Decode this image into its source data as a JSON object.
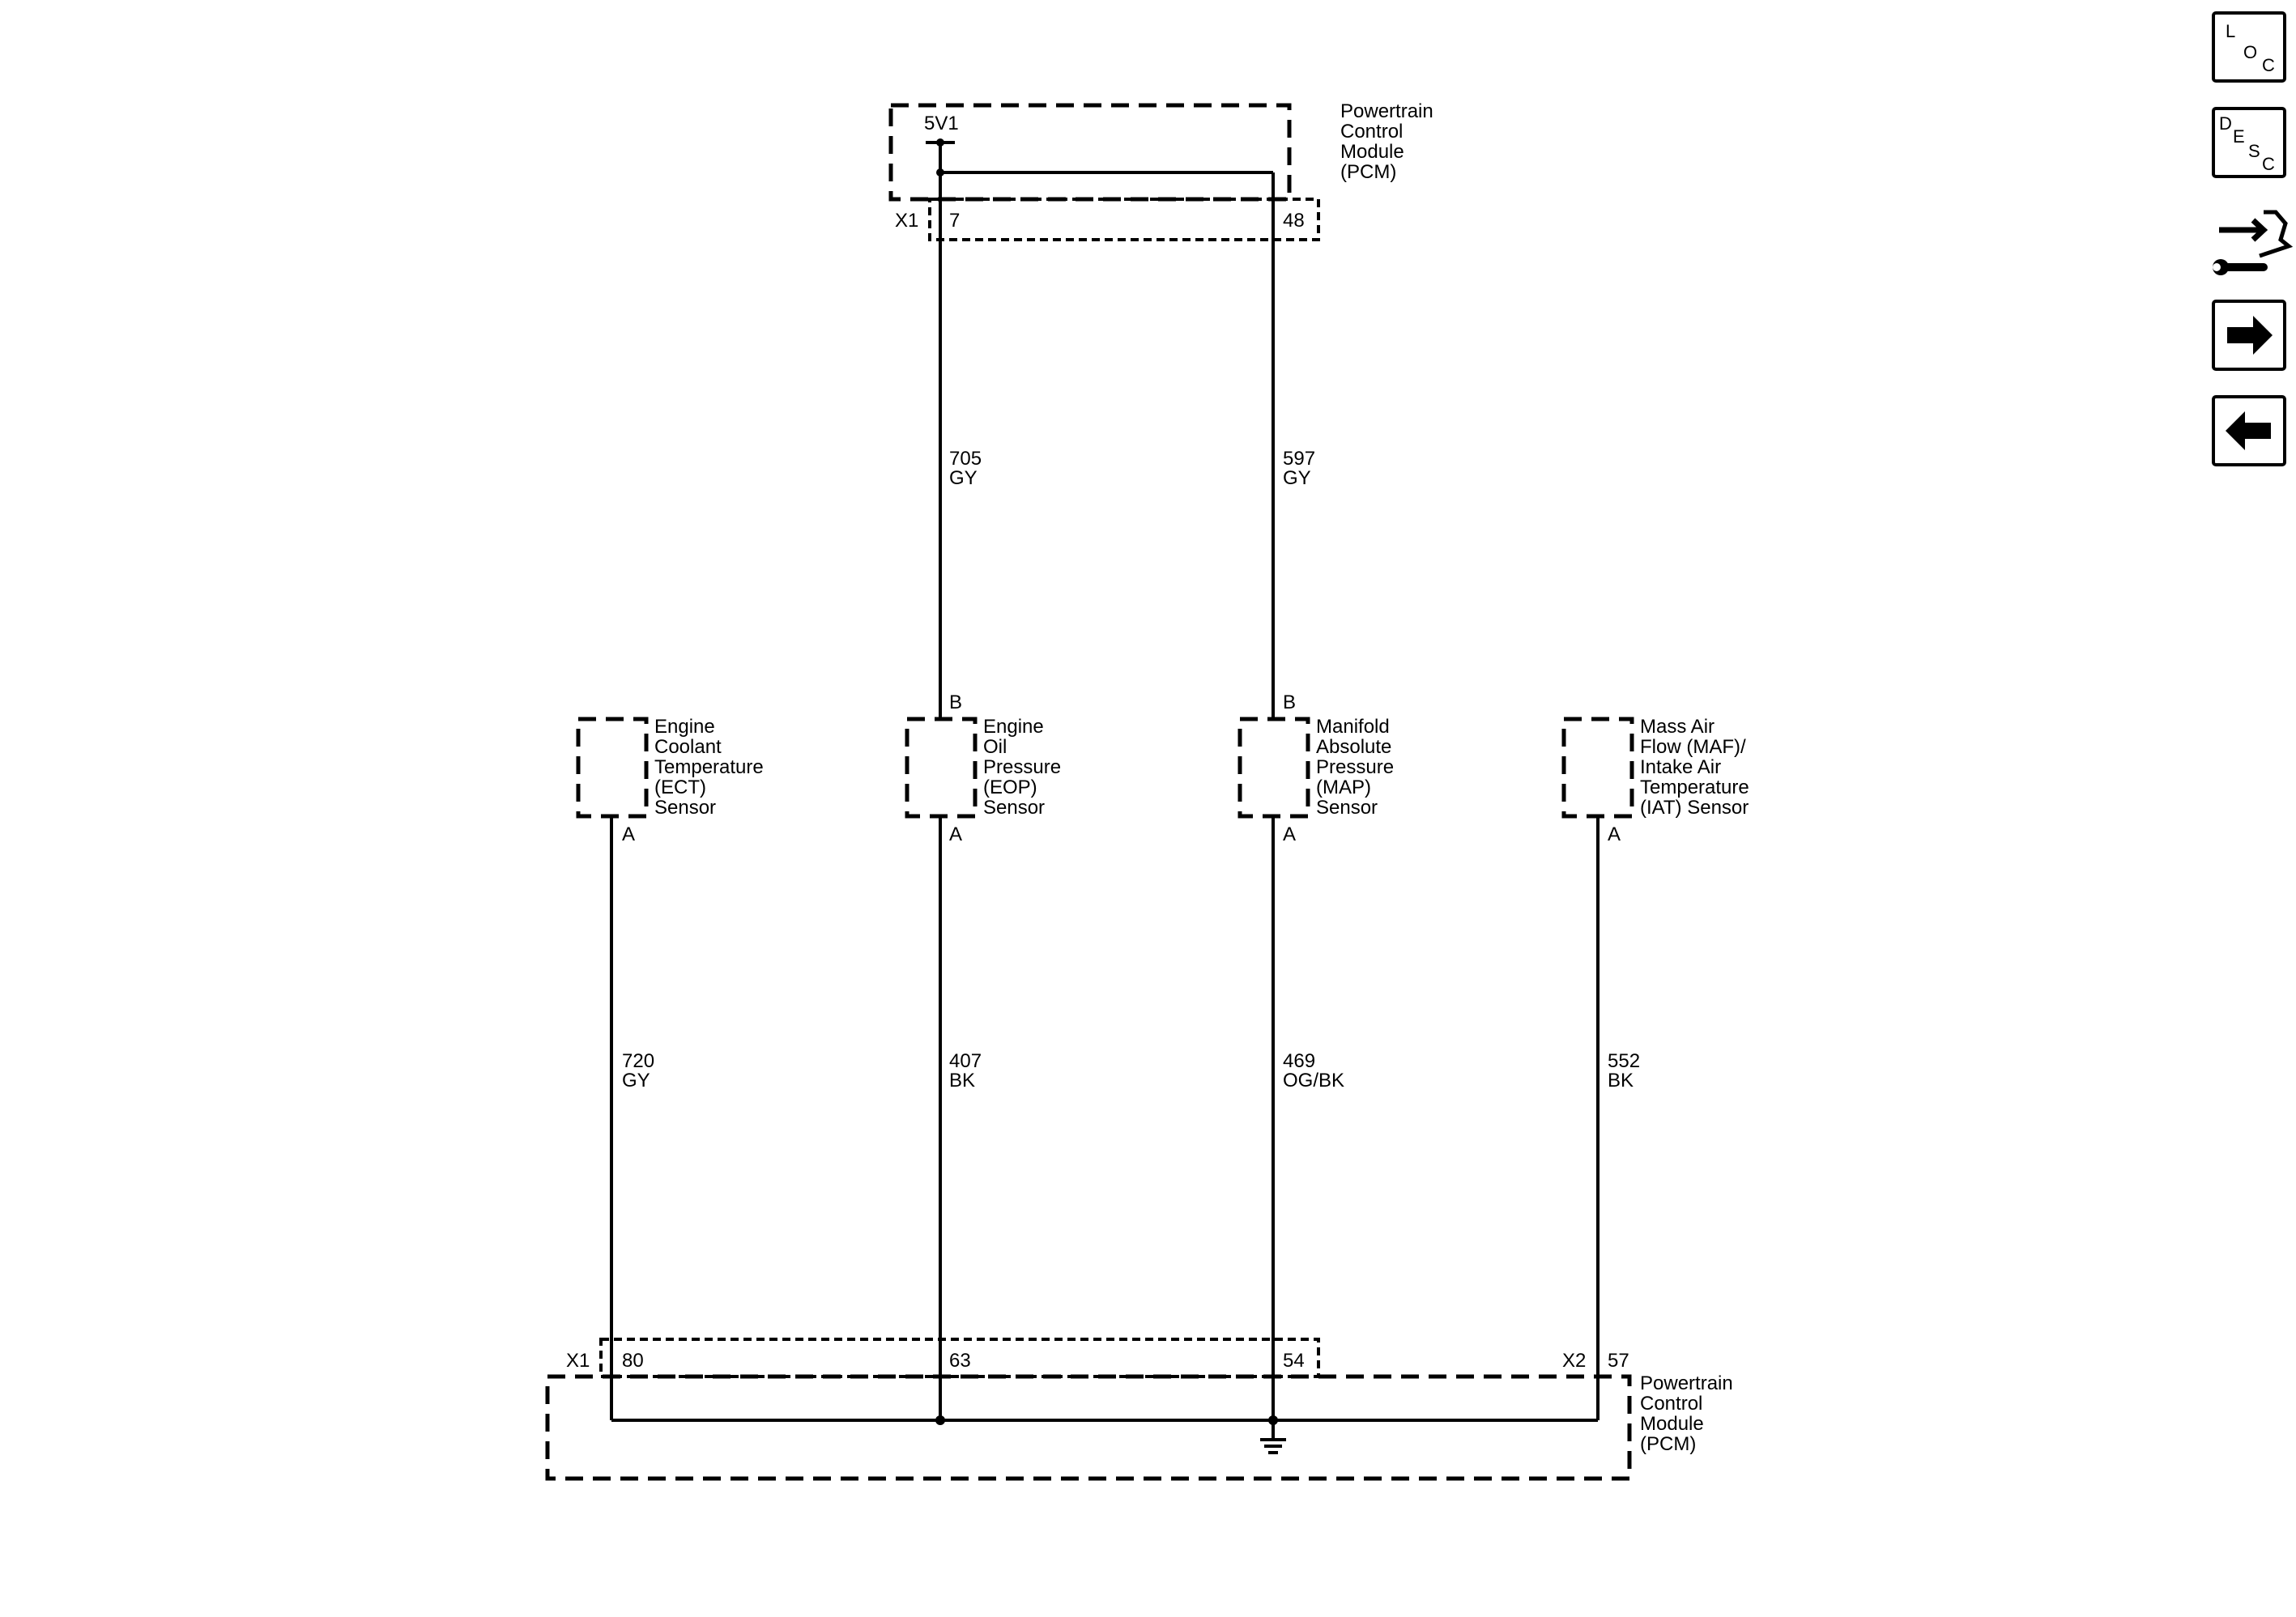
{
  "pcm_top": {
    "title_lines": [
      "Powertrain",
      "Control",
      "Module",
      "(PCM)"
    ],
    "supply_label": "5V1",
    "connector": "X1",
    "pins": [
      "7",
      "48"
    ]
  },
  "circuits_upper": [
    {
      "number": "705",
      "color": "GY"
    },
    {
      "number": "597",
      "color": "GY"
    }
  ],
  "sensors": [
    {
      "name_lines": [
        "Engine",
        "Coolant",
        "Temperature",
        "(ECT)",
        "Sensor"
      ],
      "top_pin": "",
      "bottom_pin": "A"
    },
    {
      "name_lines": [
        "Engine",
        "Oil",
        "Pressure",
        "(EOP)",
        "Sensor"
      ],
      "top_pin": "B",
      "bottom_pin": "A"
    },
    {
      "name_lines": [
        "Manifold",
        "Absolute",
        "Pressure",
        "(MAP)",
        "Sensor"
      ],
      "top_pin": "B",
      "bottom_pin": "A"
    },
    {
      "name_lines": [
        "Mass Air",
        "Flow (MAF)/",
        "Intake Air",
        "Temperature",
        "(IAT) Sensor"
      ],
      "top_pin": "",
      "bottom_pin": "A"
    }
  ],
  "circuits_lower": [
    {
      "number": "720",
      "color": "GY"
    },
    {
      "number": "407",
      "color": "BK"
    },
    {
      "number": "469",
      "color": "OG/BK"
    },
    {
      "number": "552",
      "color": "BK"
    }
  ],
  "pcm_bottom": {
    "title_lines": [
      "Powertrain",
      "Control",
      "Module",
      "(PCM)"
    ],
    "connector_x1": "X1",
    "connector_x2": "X2",
    "pins": [
      "80",
      "63",
      "54",
      "57"
    ]
  },
  "nav": {
    "loc": [
      "L",
      "O",
      "C"
    ],
    "desc": [
      "D",
      "E",
      "S",
      "C"
    ],
    "items": [
      {
        "name": "loc-button",
        "icon": "loc-icon"
      },
      {
        "name": "desc-button",
        "icon": "desc-icon"
      },
      {
        "name": "connector-repair-button",
        "icon": "connector-repair-icon"
      },
      {
        "name": "next-page-button",
        "icon": "arrow-right-icon"
      },
      {
        "name": "previous-page-button",
        "icon": "arrow-left-icon"
      }
    ]
  }
}
